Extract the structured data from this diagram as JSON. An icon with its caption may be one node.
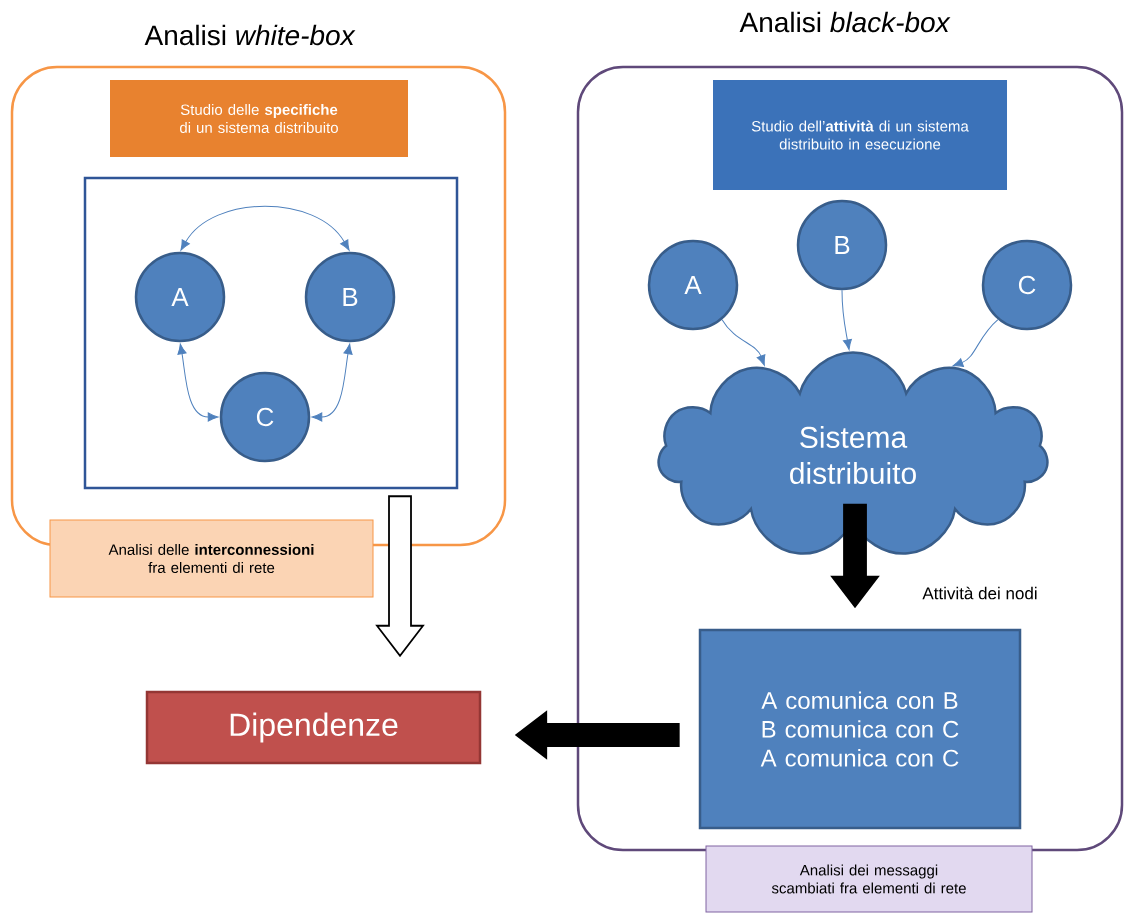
{
  "diagram": {
    "nodes": [
      {
        "text": [
          "Analisi *white-box*"
        ]
      },
      {
        "text": [
          "Studio delle **specifiche** di un sistema distribuito"
        ],
        "in": 0
      },
      {
        "text": [],
        "shape": "box",
        "in": 0
      },
      {
        "text": [
          "A"
        ],
        "in": 2
      },
      {
        "text": [
          "B"
        ],
        "in": 2
      },
      {
        "text": [
          "C"
        ],
        "in": 2
      },
      {
        "text": [
          "Analisi delle **interconnessioni** fra elementi di rete"
        ]
      },
      {
        "text": [
          "Analisi *black-box*"
        ]
      },
      {
        "text": [
          "Studio dell’**attività** di un sistema distribuito in esecuzione"
        ],
        "in": 7
      },
      {
        "text": [
          "A"
        ],
        "in": 7
      },
      {
        "text": [
          "B"
        ],
        "in": 7
      },
      {
        "text": [
          "C"
        ],
        "in": 7
      },
      {
        "text": [
          "Sistema distribuito"
        ],
        "in": 7
      },
      {
        "text": [
          "A comunica con B",
          "B comunica con C",
          "A comunica con C"
        ],
        "in": 7
      },
      {
        "text": [
          "Analisi dei messaggi scambiati fra elementi di rete"
        ]
      },
      {
        "text": [
          "Dipendenze"
        ]
      }
    ],
    "edges": [
      {
        "from": 3,
        "to": 4,
        "arrow": "both"
      },
      {
        "from": 3,
        "to": 5,
        "arrow": "both"
      },
      {
        "from": 4,
        "to": 5,
        "arrow": "both"
      },
      {
        "from": 9,
        "to": 12,
        "arrow": "to"
      },
      {
        "from": 10,
        "to": 12,
        "arrow": "to"
      },
      {
        "from": 11,
        "to": 12,
        "arrow": "to"
      },
      {
        "from": 12,
        "to": 13,
        "arrow": "to",
        "label": "Attività dei nodi",
        "style": "thick",
        "color": "#000000"
      },
      {
        "from": 13,
        "to": 15,
        "arrow": "to",
        "style": "thick",
        "color": "#000000"
      },
      {
        "from": 2,
        "to": 15,
        "arrow": "to",
        "style": "thick",
        "color": "#ffffff"
      }
    ]
  }
}
